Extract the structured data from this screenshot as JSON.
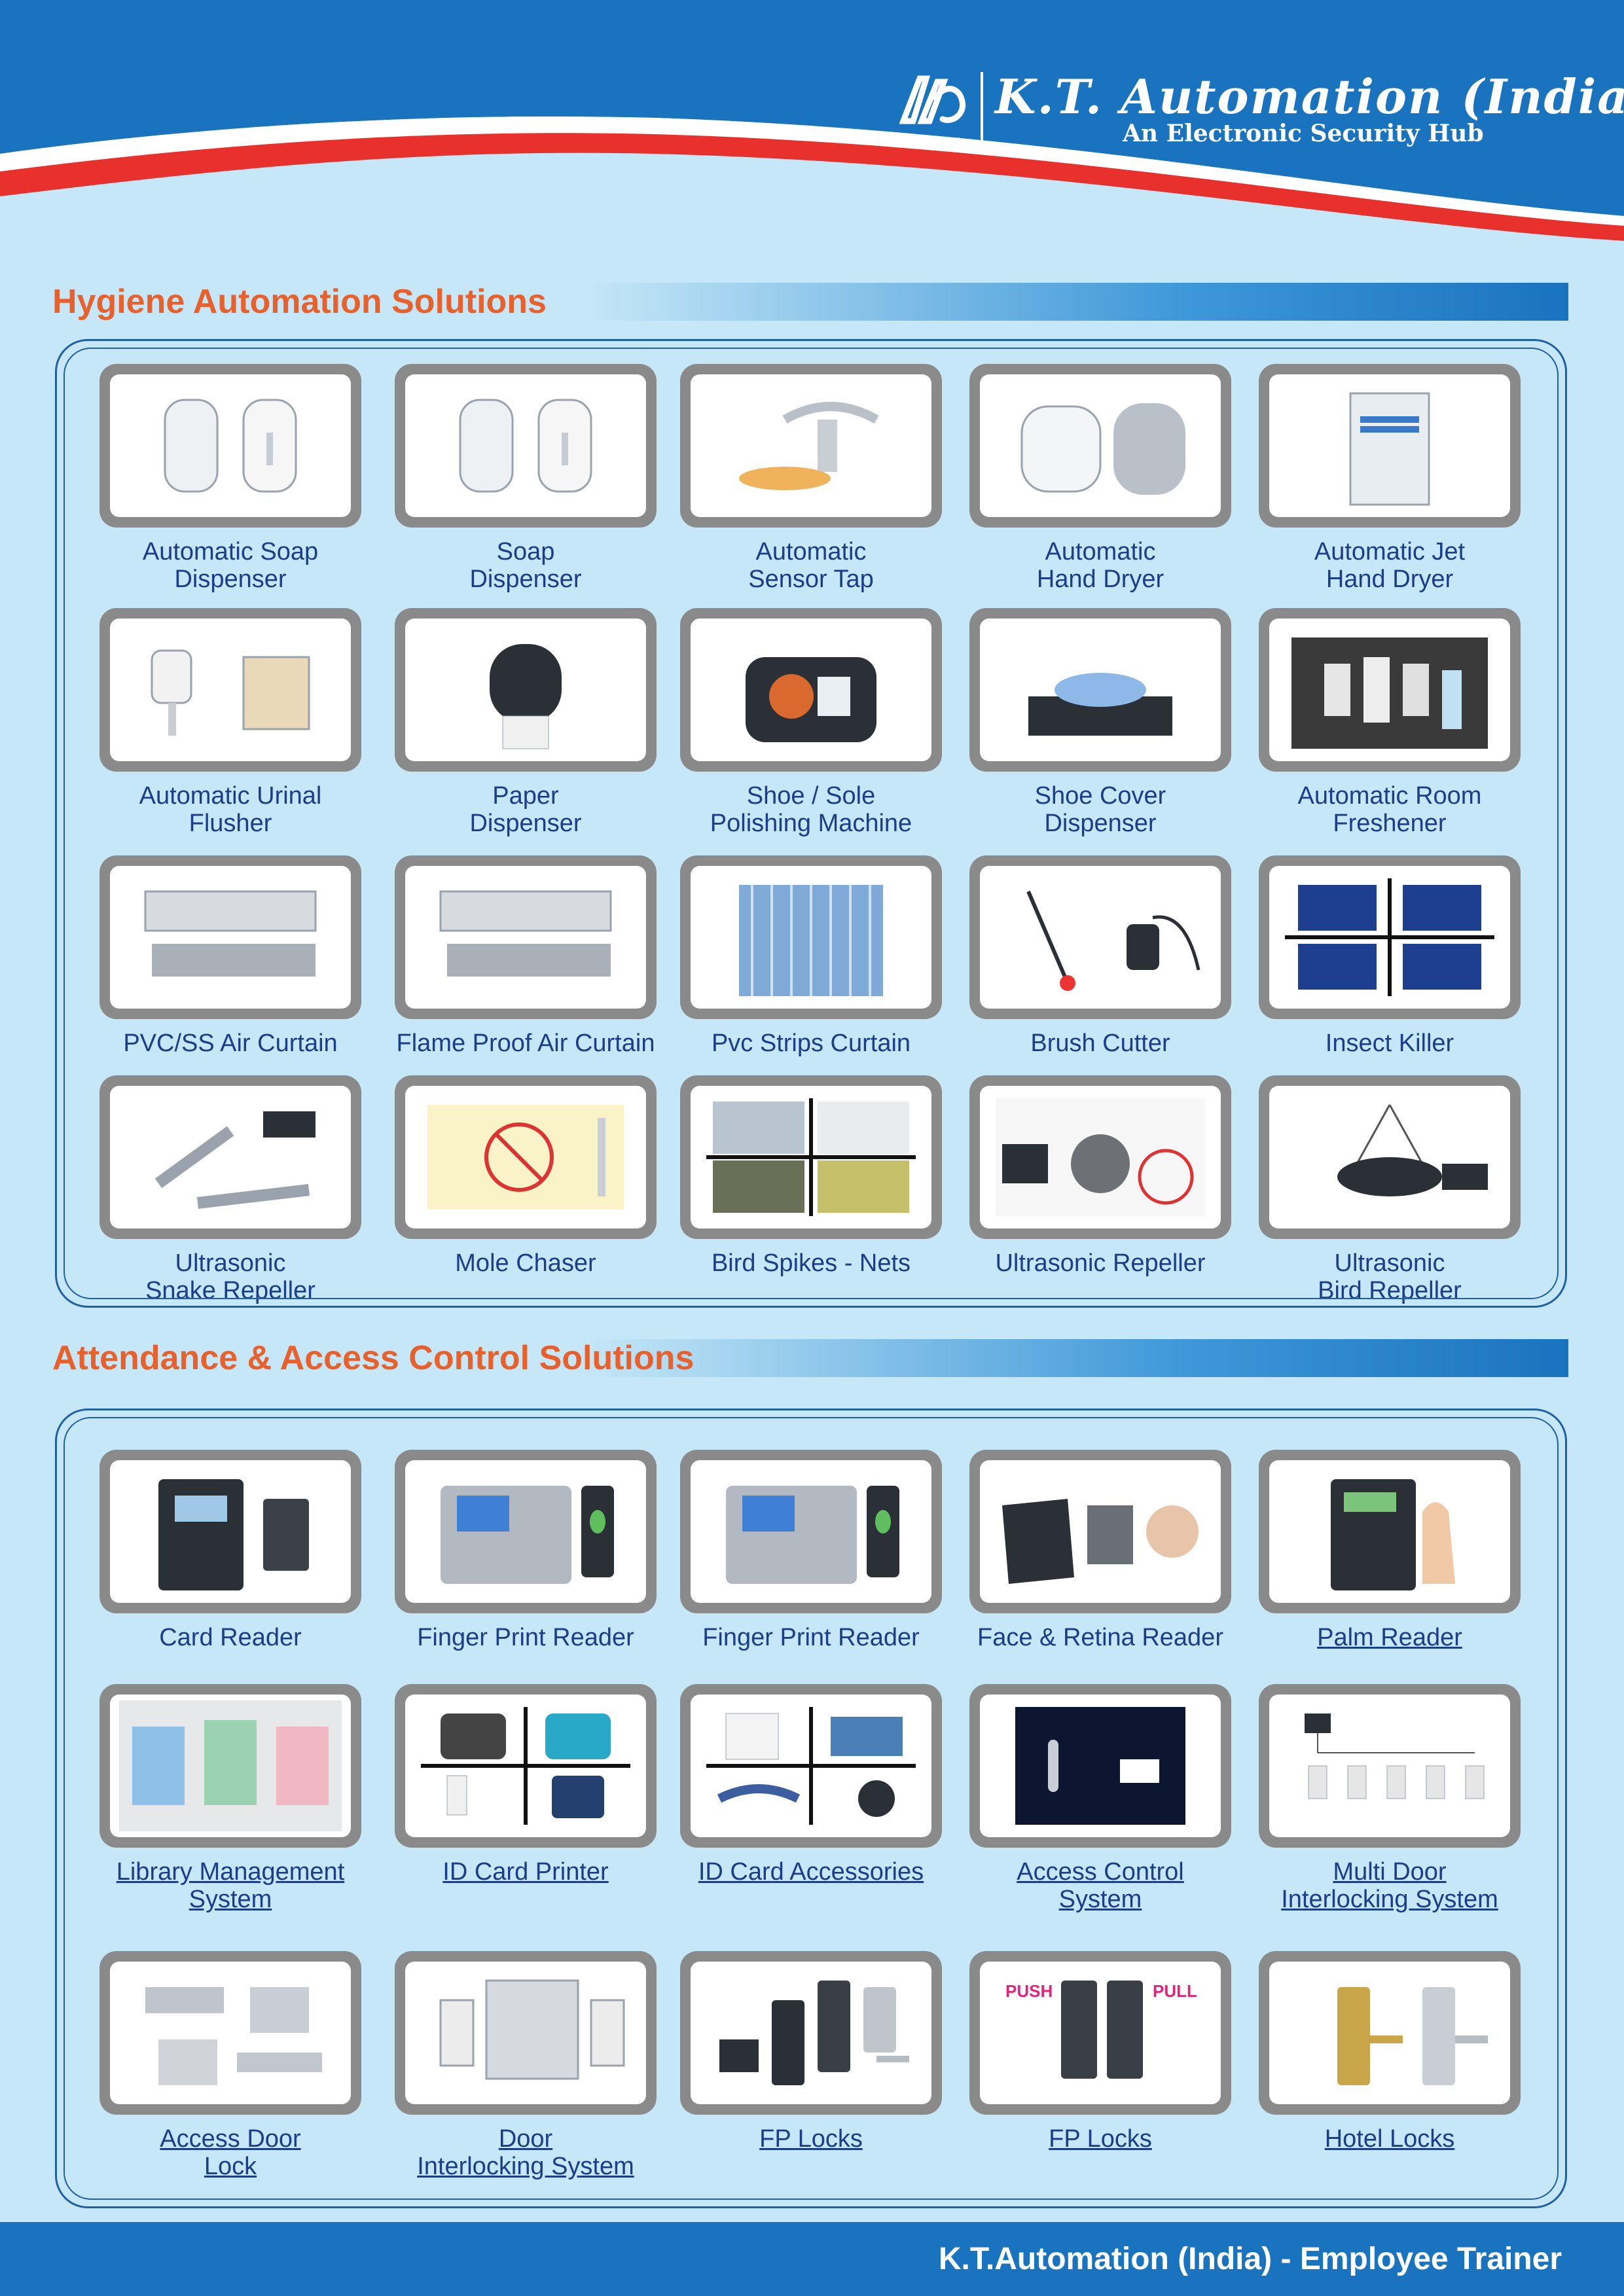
{
  "brand": {
    "title": "K.T. Automation (India)",
    "subtitle": "An Electronic Security Hub",
    "logo_letters": "K T I",
    "primary_color": "#1a73be",
    "accent_color": "#e8312c"
  },
  "sections": [
    {
      "title": "Hygiene Automation Solutions",
      "items": [
        {
          "label": "Automatic Soap\nDispenser",
          "icon": "soap-dispenser-icon",
          "link": false
        },
        {
          "label": "Soap\nDispenser",
          "icon": "soap-dispenser-icon",
          "link": false
        },
        {
          "label": "Automatic\nSensor Tap",
          "icon": "tap-icon",
          "link": false
        },
        {
          "label": "Automatic\nHand Dryer",
          "icon": "hand-dryer-icon",
          "link": false
        },
        {
          "label": "Automatic Jet\nHand Dryer",
          "icon": "jet-dryer-icon",
          "link": false
        },
        {
          "label": "Automatic Urinal\nFlusher",
          "icon": "flusher-icon",
          "link": false
        },
        {
          "label": "Paper\nDispenser",
          "icon": "paper-dispenser-icon",
          "link": false
        },
        {
          "label": "Shoe / Sole\nPolishing Machine",
          "icon": "shoe-polisher-icon",
          "link": false
        },
        {
          "label": "Shoe Cover\nDispenser",
          "icon": "shoe-cover-icon",
          "link": false
        },
        {
          "label": "Automatic Room\nFreshener",
          "icon": "freshener-icon",
          "link": false
        },
        {
          "label": "PVC/SS Air Curtain",
          "icon": "air-curtain-icon",
          "link": false
        },
        {
          "label": "Flame Proof Air Curtain",
          "icon": "air-curtain-icon",
          "link": false
        },
        {
          "label": "Pvc Strips Curtain",
          "icon": "strip-curtain-icon",
          "link": false
        },
        {
          "label": "Brush Cutter",
          "icon": "brush-cutter-icon",
          "link": false
        },
        {
          "label": "Insect Killer",
          "icon": "insect-killer-icon",
          "link": false
        },
        {
          "label": "Ultrasonic\nSnake Repeller",
          "icon": "snake-repeller-icon",
          "link": false
        },
        {
          "label": "Mole Chaser",
          "icon": "mole-chaser-icon",
          "link": false
        },
        {
          "label": "Bird Spikes - Nets",
          "icon": "bird-spikes-icon",
          "link": false
        },
        {
          "label": "Ultrasonic Repeller",
          "icon": "ultrasonic-repeller-icon",
          "link": false
        },
        {
          "label": "Ultrasonic\nBird Repeller",
          "icon": "bird-repeller-icon",
          "link": false
        }
      ]
    },
    {
      "title": "Attendance & Access Control Solutions",
      "items": [
        {
          "label": "Card Reader",
          "icon": "card-reader-icon",
          "link": false
        },
        {
          "label": "Finger Print Reader",
          "icon": "fingerprint-reader-icon",
          "link": false
        },
        {
          "label": "Finger Print Reader",
          "icon": "fingerprint-reader-icon",
          "link": false
        },
        {
          "label": "Face & Retina Reader",
          "icon": "face-reader-icon",
          "link": false
        },
        {
          "label": "Palm Reader",
          "icon": "palm-reader-icon",
          "link": true
        },
        {
          "label": "Library Management\nSystem",
          "icon": "library-system-icon",
          "link": true
        },
        {
          "label": "ID Card Printer",
          "icon": "id-card-printer-icon",
          "link": true
        },
        {
          "label": "ID Card Accessories",
          "icon": "id-card-accessories-icon",
          "link": true
        },
        {
          "label": "Access Control\nSystem",
          "icon": "access-control-icon",
          "link": true
        },
        {
          "label": "Multi Door\nInterlocking System",
          "icon": "multi-door-icon",
          "link": true
        },
        {
          "label": "Access Door\nLock",
          "icon": "door-lock-icon",
          "link": true
        },
        {
          "label": "Door\nInterlocking System",
          "icon": "door-interlock-icon",
          "link": true
        },
        {
          "label": "FP Locks",
          "icon": "fp-lock-icon",
          "link": true
        },
        {
          "label": "FP Locks",
          "icon": "fp-lock-push-pull-icon",
          "link": true,
          "image_text": [
            "PUSH",
            "PULL"
          ]
        },
        {
          "label": "Hotel Locks",
          "icon": "hotel-lock-icon",
          "link": true
        }
      ]
    }
  ],
  "footer": {
    "text": "K.T.Automation (India) - Employee Trainer"
  }
}
